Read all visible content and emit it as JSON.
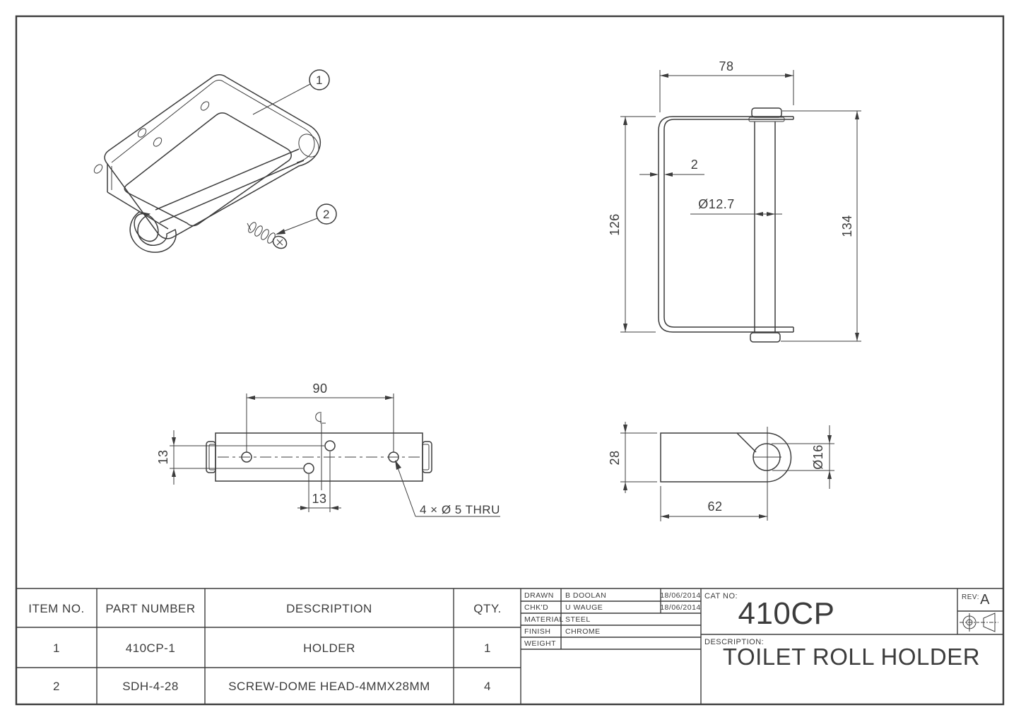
{
  "drawing": {
    "line_color": "#3c3c3c",
    "balloons": {
      "item1": "1",
      "item2": "2"
    },
    "front_view": {
      "width": "78",
      "thickness": "2",
      "tube_dia": "Ø12.7",
      "left_height": "126",
      "right_height": "134"
    },
    "plan_view": {
      "hole_span": "90",
      "row_offset": "13",
      "col_offset": "13",
      "hole_note": "4 × Ø 5 THRU"
    },
    "side_view": {
      "height": "28",
      "length": "62",
      "hole_dia": "Ø16"
    },
    "parts_table": {
      "headers": [
        "ITEM NO.",
        "PART NUMBER",
        "DESCRIPTION",
        "QTY."
      ],
      "rows": [
        [
          "1",
          "410CP-1",
          "HOLDER",
          "1"
        ],
        [
          "2",
          "SDH-4-28",
          "SCREW-DOME HEAD-4MMX28MM",
          "4"
        ]
      ]
    },
    "title_block": {
      "drawn_label": "DRAWN",
      "drawn_by": "B DOOLAN",
      "drawn_date": "18/06/2014",
      "chkd_label": "CHK'D",
      "chkd_by": "U WAUGE",
      "chkd_date": "18/06/2014",
      "material_label": "MATERIAL",
      "material": "STEEL",
      "finish_label": "FINISH",
      "finish": "CHROME",
      "weight_label": "WEIGHT",
      "weight": "",
      "cat_no_label": "CAT NO:",
      "cat_no": "410CP",
      "rev_label": "REV:",
      "rev": "A",
      "description_label": "DESCRIPTION:",
      "description": "TOILET ROLL HOLDER"
    }
  }
}
